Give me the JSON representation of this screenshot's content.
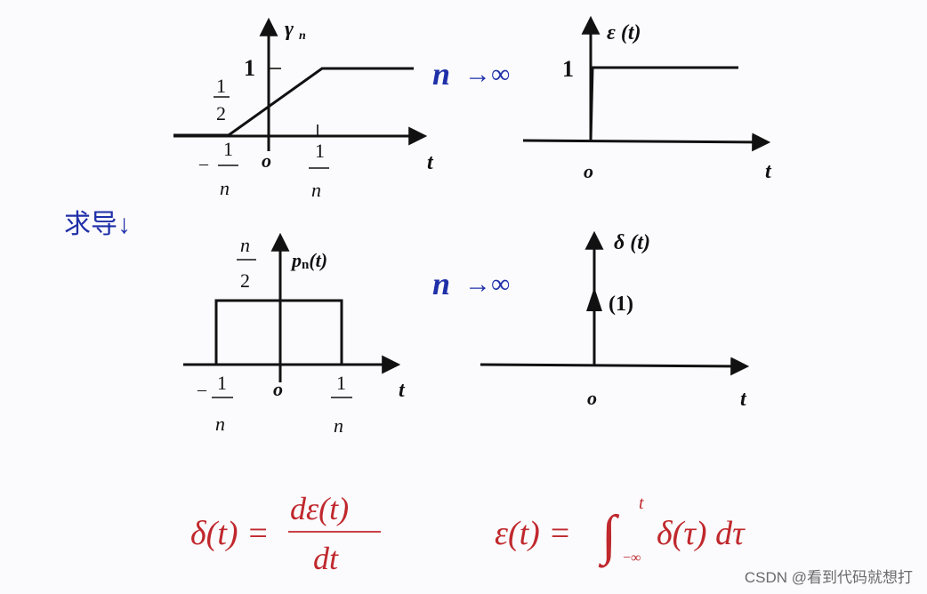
{
  "plot_ramp": {
    "y_label_sym": "γ",
    "y_label_sub": "n",
    "y_tick_one": "1",
    "half_num": "1",
    "half_den": "2",
    "origin": "o",
    "x_label": "t",
    "neg_sign": "–",
    "neg_num": "1",
    "neg_den": "n",
    "pos_num": "1",
    "pos_den": "n"
  },
  "limit_arrow_top": {
    "var": "n",
    "arrow": "→∞"
  },
  "plot_step": {
    "y_label": "ε (t)",
    "y_tick_one": "1",
    "origin": "o",
    "x_label": "t"
  },
  "derivative_label": "求导↓",
  "plot_pulse": {
    "height_num": "n",
    "height_den": "2",
    "y_label_p": "p",
    "y_label_sub": "n",
    "y_label_arg": "(t)",
    "origin": "o",
    "x_label": "t",
    "neg_sign": "–",
    "neg_num": "1",
    "neg_den": "n",
    "pos_num": "1",
    "pos_den": "n"
  },
  "limit_arrow_bottom": {
    "var": "n",
    "arrow": "→∞"
  },
  "plot_impulse": {
    "y_label": "δ (t)",
    "weight": "(1)",
    "origin": "o",
    "x_label": "t"
  },
  "formula_delta": {
    "lhs": "δ(t) =",
    "numerator": "dε(t)",
    "denominator": "dt"
  },
  "formula_epsilon": {
    "lhs": "ε(t) =",
    "integral": "∫",
    "upper": "t",
    "lower": "−∞",
    "integrand": "δ(τ) dτ"
  },
  "watermark": "CSDN @看到代码就想打"
}
